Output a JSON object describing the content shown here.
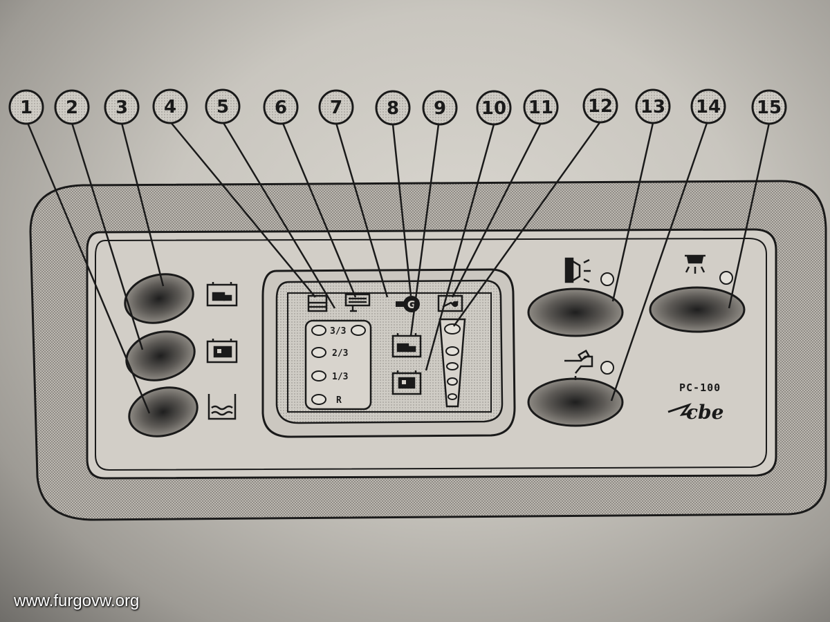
{
  "callouts": [
    "1",
    "2",
    "3",
    "4",
    "5",
    "6",
    "7",
    "8",
    "9",
    "10",
    "11",
    "12",
    "13",
    "14",
    "15"
  ],
  "levels": [
    "3/3",
    "2/3",
    "1/3",
    "R"
  ],
  "model": "PC-100",
  "brand": "cbe",
  "watermark": "www.furgovw.org",
  "icons": {
    "battery_vehicle": "battery-van-icon",
    "battery_leisure": "battery-caravan-icon",
    "water_tank": "water-tank-icon",
    "tank_display": "tank-level-icon",
    "pump": "pump-icon",
    "generator": "generator-G-icon",
    "mains": "mains-plug-icon",
    "lamp": "exterior-lamp-icon",
    "faucet": "faucet-icon",
    "ceiling_light": "ceiling-light-icon"
  },
  "colors": {
    "ink": "#1a1a1a",
    "panel": "#cfcbc4",
    "dots": "#7a7771"
  }
}
